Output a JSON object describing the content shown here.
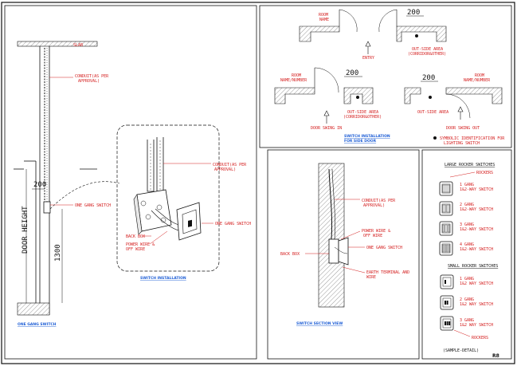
{
  "left": {
    "slab": "SLAB",
    "conduit": "CONDUIT(AS PER\nAPPROVAL)",
    "one_gang": "ONE GANG SWITCH",
    "door_height": "DOOR HEIGHT",
    "dim_200": "200",
    "dim_1300": "1300",
    "title": "ONE GANG SWITCH"
  },
  "detail": {
    "conduit": "CONDUIT(AS PER\nAPPROVAL)",
    "back_box": "BACK BOX",
    "power_wire": "POWER WIRE &\nOFF WIRE",
    "one_gang": "ONE GANG SWITCH",
    "title": "SWITCH INSTALLATION"
  },
  "plans": {
    "room_name": "ROOM\nNAME",
    "entry": "ENTRY",
    "outside_1": "OUT-SIDE AREA\n(CORRIDOR&OTHER)",
    "room_number_1": "ROOM\nNAME/NUMBER",
    "outside_2": "OUT-SIDE AREA\n(CORRIDOR&OTHER)",
    "door_swing_in": "DOOR SWING IN",
    "outside_3": "OUT-SIDE AREA",
    "room_number_2": "ROOM\nNAME/NUMBER",
    "door_swing_out": "DOOR SWING OUT",
    "symbolic": "SYMBOLIC IDENTIFICATION FOR\nLIGHTING SWITCH",
    "dim_200": "200",
    "title": "SWITCH INSTALLATION\nFOR SIDE DOOR"
  },
  "section": {
    "conduit": "CONDUIT(AS PER\nAPPROVAL)",
    "power_wire": "POWER WIRE &\nOFF WIRE",
    "back_box": "BACK BOX",
    "one_gang": "ONE GANG SWITCH",
    "earth": "EARTH TERMINAL AND\nWIRE",
    "title": "SWITCH SECTION VIEW"
  },
  "switches": {
    "large_title": "LARGE ROCKER SWITCHES",
    "rockers": "ROCKERS",
    "large": [
      "1 GANG\n1&2-WAY SWITCH",
      "2 GANG\n1&2-WAY SWITCH",
      "3 GANG\n1&2-WAY SWITCH",
      "4 GANG\n1&2-WAY SWITCH"
    ],
    "small_title": "SMALL ROCKER SWITCHES",
    "small": [
      "1 GANG\n1&2 WAY SWITCH",
      "2 GANG\n1&2 WAY SWITCH",
      "3 GANG\n1&2 WAY SWITCH"
    ],
    "rockers_2": "ROCKERS",
    "sample": "(SAMPLE-DETAIL)"
  },
  "corner_mark": "R8"
}
